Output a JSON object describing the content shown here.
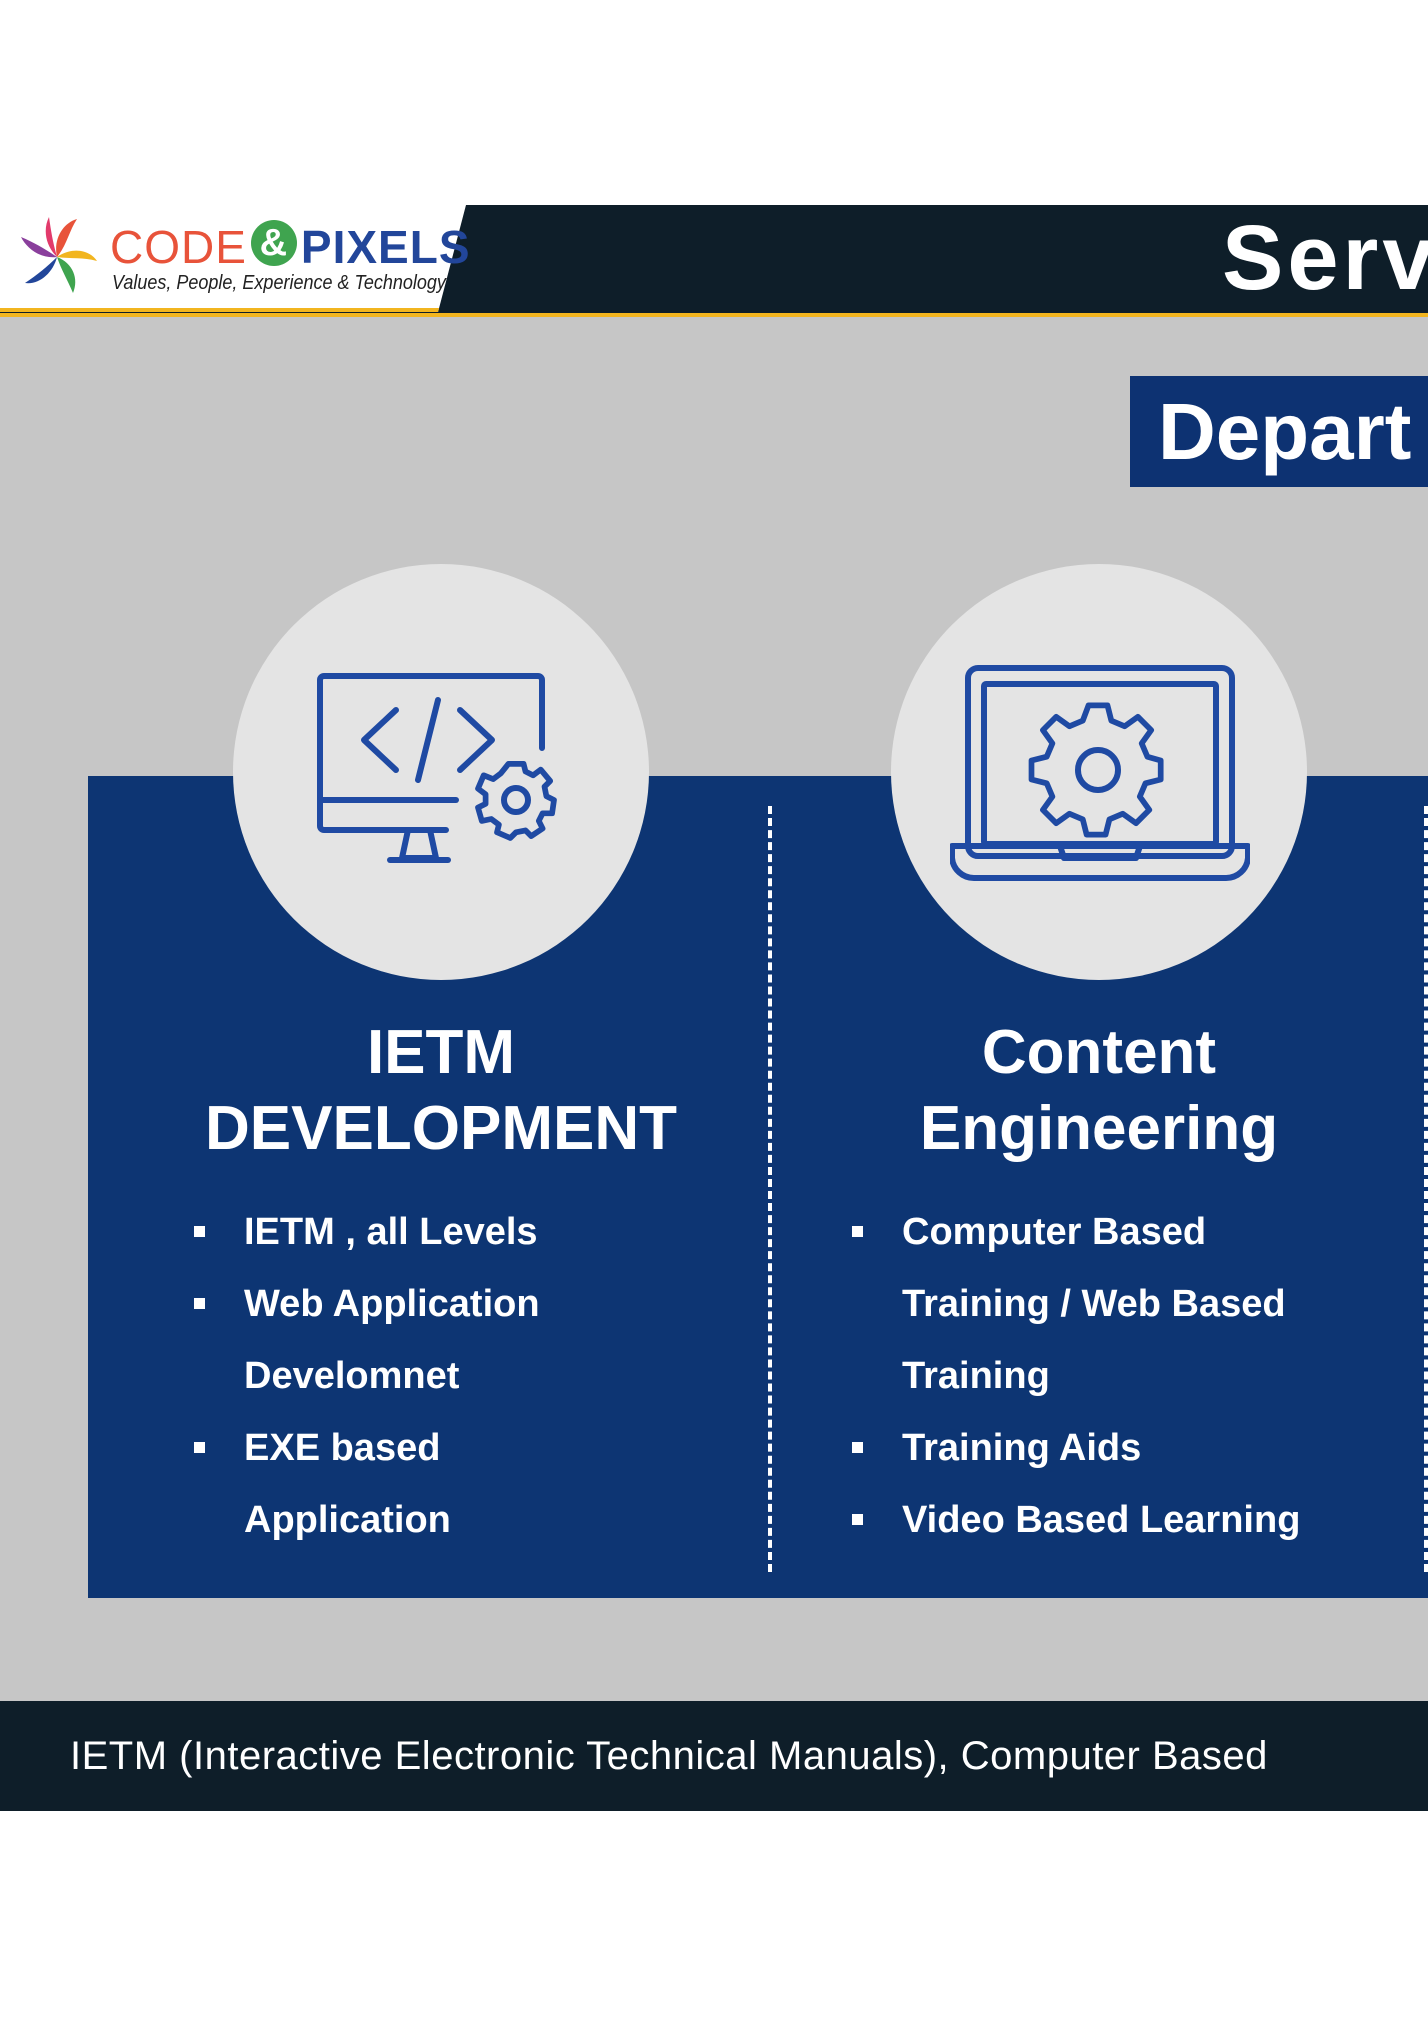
{
  "brand": {
    "name_code": "CODE",
    "name_amp": "&",
    "name_pixels": "PIXELS",
    "tagline": "Values, People, Experience & Technology",
    "colors": {
      "code": "#e8533a",
      "amp": "#3fa44f",
      "pixels": "#22469a",
      "accent": "#f2b51f"
    }
  },
  "header": {
    "title": "Serv"
  },
  "department": {
    "label": "Depart"
  },
  "cards": [
    {
      "icon": "monitor-code-gear-icon",
      "title_lines": [
        "IETM",
        "DEVELOPMENT"
      ],
      "items": [
        {
          "lines": [
            "IETM , all Levels"
          ]
        },
        {
          "lines": [
            "Web Application",
            "Develomnet"
          ]
        },
        {
          "lines": [
            "EXE based",
            "Application"
          ]
        }
      ]
    },
    {
      "icon": "laptop-gear-icon",
      "title_lines": [
        "Content",
        "Engineering"
      ],
      "items": [
        {
          "lines": [
            "Computer Based",
            "Training / Web Based",
            "Training"
          ]
        },
        {
          "lines": [
            "Training Aids"
          ]
        },
        {
          "lines": [
            "Video Based Learning"
          ]
        }
      ]
    }
  ],
  "footer": {
    "text": "IETM (Interactive Electronic Technical Manuals), Computer Based"
  },
  "colors": {
    "panel_blue": "#0d3573",
    "dark_bar": "#0e1e29",
    "grey_bg": "#c6c6c6"
  }
}
